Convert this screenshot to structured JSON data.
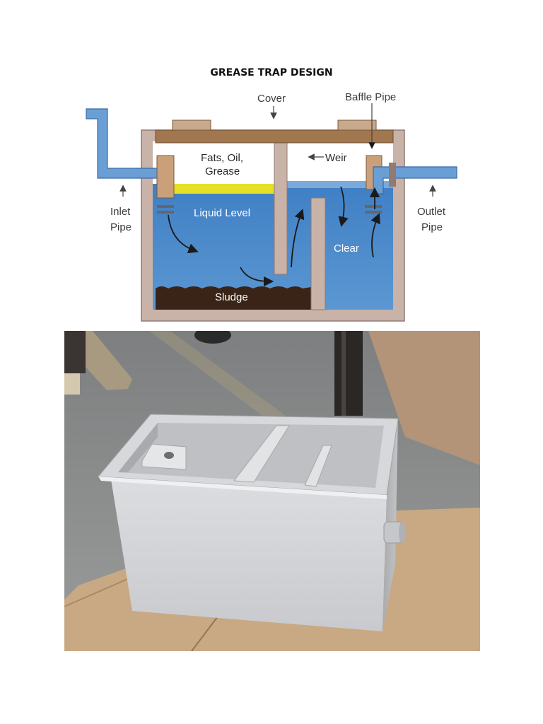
{
  "document": {
    "title": "GREASE TRAP DESIGN"
  },
  "diagram": {
    "labels": {
      "cover": "Cover",
      "baffle_pipe": "Baffle Pipe",
      "fats_line1": "Fats, Oil,",
      "fats_line2": "Grease",
      "weir": "Weir",
      "inlet_line1": "Inlet",
      "inlet_line2": "Pipe",
      "liquid_level": "Liquid Level",
      "clear": "Clear",
      "outlet_line1": "Outlet",
      "outlet_line2": "Pipe",
      "sludge": "Sludge"
    },
    "colors": {
      "water": "#4a84c4",
      "grease": "#e6e024",
      "sludge": "#3a2418",
      "tank_wall": "#c9b2a8",
      "cover": "#a0774f"
    }
  },
  "photo": {
    "subject": "white grease trap tank on cardboard"
  }
}
